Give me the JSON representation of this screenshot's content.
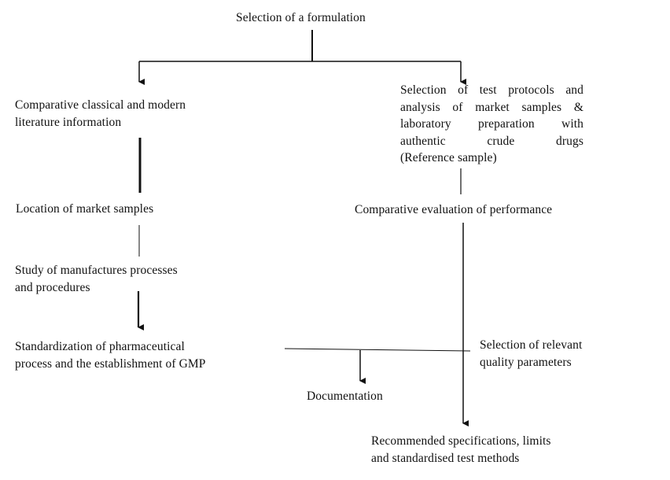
{
  "diagram": {
    "nodes": {
      "selection": "Selection of a formulation",
      "comparative_literature": [
        "Comparative classical and modern",
        "literature information"
      ],
      "test_protocols": [
        "Selection of test protocols and",
        "analysis of market samples &",
        "laboratory preparation with",
        "authentic crude drugs",
        "(Reference sample)"
      ],
      "location": "Location of market samples",
      "comparative_evaluation": "Comparative evaluation of performance",
      "manufactures_study": [
        "Study of manufactures processes",
        "and procedures"
      ],
      "standardization": [
        "Standardization of pharmaceutical",
        "process and the establishment of GMP"
      ],
      "quality_parameters": [
        "Selection of relevant",
        "quality parameters"
      ],
      "documentation": "Documentation",
      "recommended": [
        "Recommended specifications, limits",
        "and standardised test methods"
      ]
    },
    "colors": {
      "line": "#111111",
      "text": "#111111",
      "background": "#ffffff"
    }
  }
}
